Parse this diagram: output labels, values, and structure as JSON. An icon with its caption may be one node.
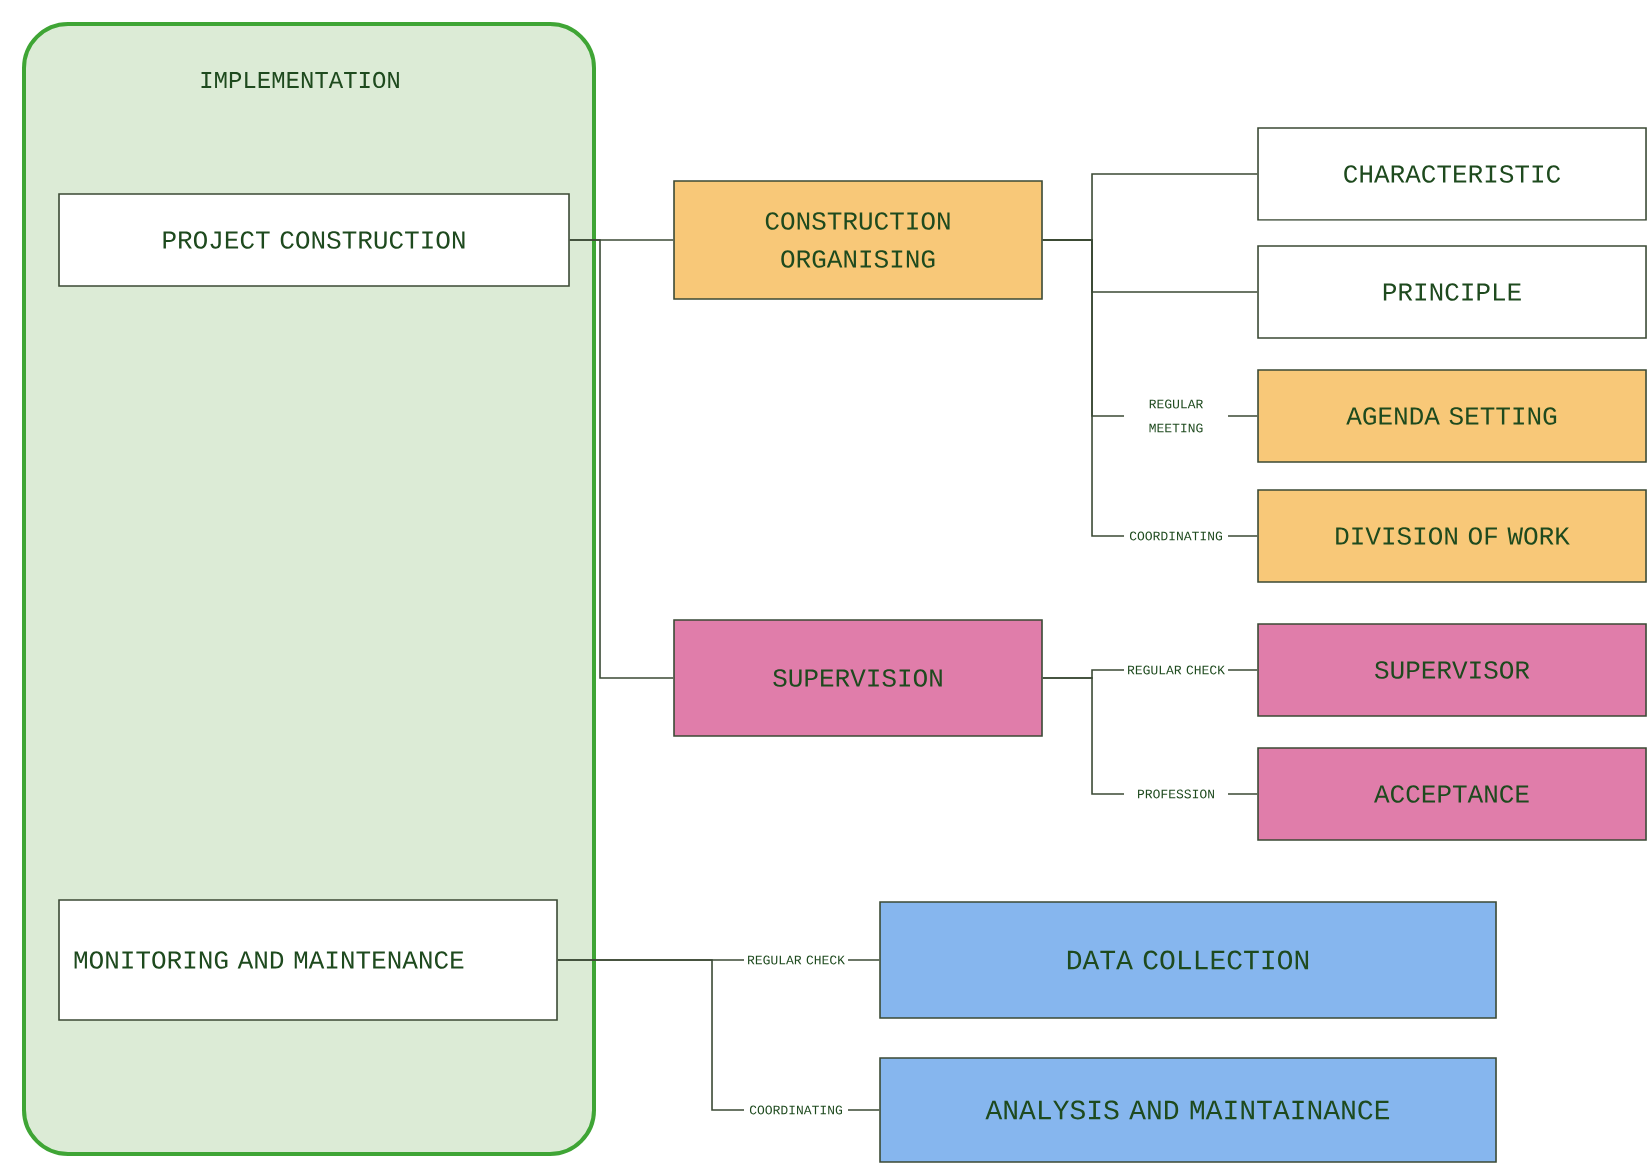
{
  "diagram": {
    "nodes": [
      {
        "text": [
          "IMPLEMENTATION"
        ]
      },
      {
        "text": [
          "PROJECT CONSTRUCTION"
        ],
        "in": 0
      },
      {
        "text": [
          "MONITORING AND MAINTENANCE"
        ],
        "in": 0
      },
      {
        "text": [
          "CONSTRUCTION ORGANISING"
        ]
      },
      {
        "text": [
          "CHARACTERISTIC"
        ]
      },
      {
        "text": [
          "PRINCIPLE"
        ]
      },
      {
        "text": [
          "AGENDA SETTING"
        ]
      },
      {
        "text": [
          "DIVISION OF WORK"
        ]
      },
      {
        "text": [
          "SUPERVISION"
        ]
      },
      {
        "text": [
          "SUPERVISOR"
        ]
      },
      {
        "text": [
          "ACCEPTANCE"
        ]
      },
      {
        "text": [
          "DATA COLLECTION"
        ]
      },
      {
        "text": [
          "ANALYSIS AND MAINTAINANCE"
        ]
      }
    ],
    "edges": [
      {
        "from": 1,
        "to": 3,
        "arrow": "none"
      },
      {
        "from": 1,
        "to": 8,
        "arrow": "none"
      },
      {
        "from": 3,
        "to": 4,
        "arrow": "none"
      },
      {
        "from": 3,
        "to": 5,
        "arrow": "none"
      },
      {
        "from": 3,
        "to": 6,
        "arrow": "none",
        "label": "REGULAR MEETING"
      },
      {
        "from": 3,
        "to": 7,
        "arrow": "none",
        "label": "COORDINATING"
      },
      {
        "from": 8,
        "to": 9,
        "arrow": "none",
        "label": "REGULAR CHECK"
      },
      {
        "from": 8,
        "to": 10,
        "arrow": "none",
        "label": "PROFESSION"
      },
      {
        "from": 2,
        "to": 11,
        "arrow": "none",
        "label": "REGULAR CHECK"
      },
      {
        "from": 2,
        "to": 12,
        "arrow": "none",
        "label": "COORDINATING"
      }
    ]
  }
}
